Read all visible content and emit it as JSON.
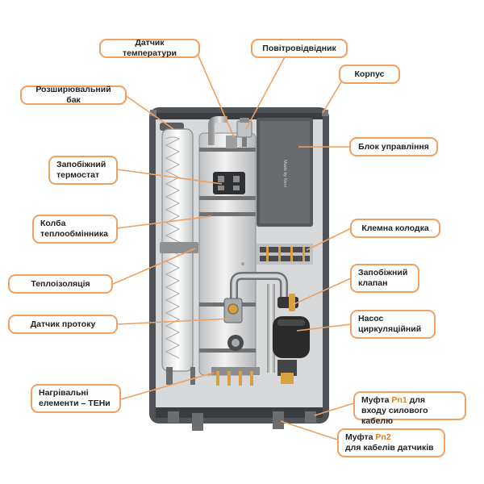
{
  "colors": {
    "accent": "#f0a060",
    "highlight": "#e87d1e",
    "frame": "#55585c",
    "interior": "#d8dadc",
    "pump": "#2c2c2c"
  },
  "labels": {
    "temperature_sensor": "Датчик температури",
    "air_vent": "Повітровідвідник",
    "housing": "Корпус",
    "expansion_tank": "Розширювальний бак",
    "control_unit": "Блок управління",
    "safety_thermostat_line1": "Запобіжний",
    "safety_thermostat_line2": "термостат",
    "exchanger_flask_line1": "Колба",
    "exchanger_flask_line2": "теплообмінника",
    "terminal_block": "Клемна колодка",
    "insulation": "Теплоізоляція",
    "safety_valve_line1": "Запобіжний",
    "safety_valve_line2": "клапан",
    "flow_sensor": "Датчик протоку",
    "pump_line1": "Насос",
    "pump_line2": "циркуляційний",
    "heating_elements_line1": "Нагрівальні",
    "heating_elements_line2": "елементи – ТЕНи",
    "coupling1_prefix": "Муфта ",
    "coupling1_code": "Pn1",
    "coupling1_suffix": " для",
    "coupling1_line2": "входу силового кабелю",
    "coupling2_prefix": "Муфта ",
    "coupling2_code": "Pn2",
    "coupling2_line2": "для кабелів датчиків",
    "control_unit_panel_text": "Made by Nevi"
  }
}
